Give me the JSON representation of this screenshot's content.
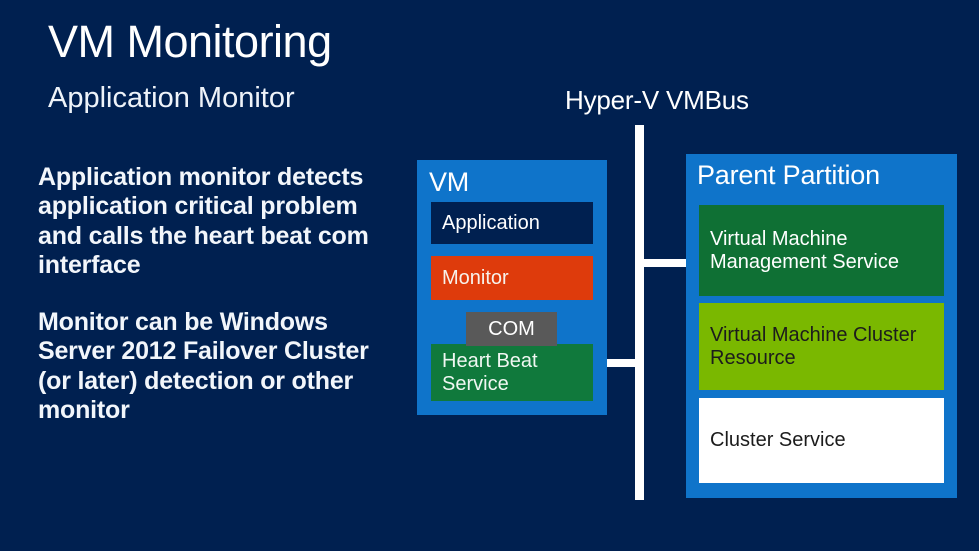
{
  "slide": {
    "title": "VM Monitoring",
    "subtitle": "Application Monitor",
    "bullets": [
      "Application monitor detects application critical problem and calls the heart beat com interface",
      "Monitor can be Windows Server 2012 Failover Cluster (or later) detection or other monitor"
    ]
  },
  "bus": {
    "label": "Hyper-V VMBus"
  },
  "vm_panel": {
    "heading": "VM",
    "boxes": [
      {
        "label": "Application",
        "color": "#002050"
      },
      {
        "label": "Monitor",
        "color": "#de3b0c"
      },
      {
        "label": "COM",
        "color": "#595959"
      },
      {
        "label": "Heart Beat Service",
        "color": "#10793c"
      }
    ]
  },
  "parent_panel": {
    "heading": "Parent Partition",
    "boxes": [
      {
        "label": "Virtual Machine Management Service",
        "color": "#0f7034"
      },
      {
        "label": "Virtual Machine Cluster Resource",
        "color": "#7ab800"
      },
      {
        "label": "Cluster Service",
        "color": "#ffffff"
      }
    ]
  },
  "colors": {
    "background": "#002050",
    "panel_blue": "#0f74ca",
    "connector": "#ffffff"
  }
}
